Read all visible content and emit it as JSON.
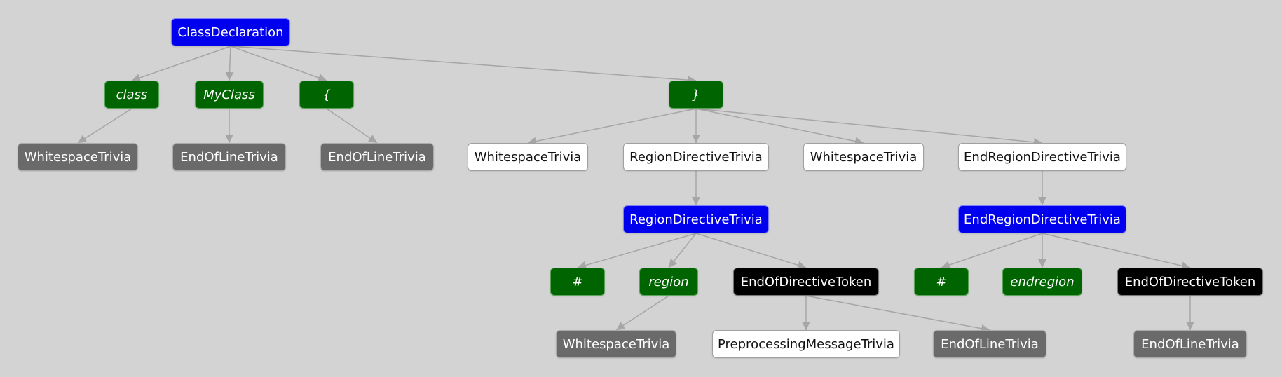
{
  "nodes": [
    {
      "id": "classdecl",
      "label": "ClassDeclaration",
      "kind": "node"
    },
    {
      "id": "class_kw",
      "label": "class",
      "kind": "token"
    },
    {
      "id": "myclass",
      "label": "MyClass",
      "kind": "token"
    },
    {
      "id": "open_brace",
      "label": "{",
      "kind": "token"
    },
    {
      "id": "close_brace",
      "label": "}",
      "kind": "token"
    },
    {
      "id": "ws1",
      "label": "WhitespaceTrivia",
      "kind": "trivia"
    },
    {
      "id": "eol1",
      "label": "EndOfLineTrivia",
      "kind": "trivia"
    },
    {
      "id": "eol2",
      "label": "EndOfLineTrivia",
      "kind": "trivia"
    },
    {
      "id": "ws2",
      "label": "WhitespaceTrivia",
      "kind": "struct"
    },
    {
      "id": "region_trivia",
      "label": "RegionDirectiveTrivia",
      "kind": "struct"
    },
    {
      "id": "ws3",
      "label": "WhitespaceTrivia",
      "kind": "struct"
    },
    {
      "id": "endregion_trivia",
      "label": "EndRegionDirectiveTrivia",
      "kind": "struct"
    },
    {
      "id": "region_node",
      "label": "RegionDirectiveTrivia",
      "kind": "node"
    },
    {
      "id": "endregion_node",
      "label": "EndRegionDirectiveTrivia",
      "kind": "node"
    },
    {
      "id": "hash1",
      "label": "#",
      "kind": "token"
    },
    {
      "id": "region_kw",
      "label": "region",
      "kind": "token"
    },
    {
      "id": "eod1",
      "label": "EndOfDirectiveToken",
      "kind": "black"
    },
    {
      "id": "hash2",
      "label": "#",
      "kind": "token"
    },
    {
      "id": "endregion_kw",
      "label": "endregion",
      "kind": "token"
    },
    {
      "id": "eod2",
      "label": "EndOfDirectiveToken",
      "kind": "black"
    },
    {
      "id": "ws4",
      "label": "WhitespaceTrivia",
      "kind": "trivia"
    },
    {
      "id": "preproc",
      "label": "PreprocessingMessageTrivia",
      "kind": "struct"
    },
    {
      "id": "eol3",
      "label": "EndOfLineTrivia",
      "kind": "trivia"
    },
    {
      "id": "eol4",
      "label": "EndOfLineTrivia",
      "kind": "trivia"
    }
  ],
  "edges": [
    [
      "classdecl",
      "class_kw"
    ],
    [
      "classdecl",
      "myclass"
    ],
    [
      "classdecl",
      "open_brace"
    ],
    [
      "classdecl",
      "close_brace"
    ],
    [
      "class_kw",
      "ws1"
    ],
    [
      "myclass",
      "eol1"
    ],
    [
      "open_brace",
      "eol2"
    ],
    [
      "close_brace",
      "ws2"
    ],
    [
      "close_brace",
      "region_trivia"
    ],
    [
      "close_brace",
      "ws3"
    ],
    [
      "close_brace",
      "endregion_trivia"
    ],
    [
      "region_trivia",
      "region_node"
    ],
    [
      "endregion_trivia",
      "endregion_node"
    ],
    [
      "region_node",
      "hash1"
    ],
    [
      "region_node",
      "region_kw"
    ],
    [
      "region_node",
      "eod1"
    ],
    [
      "endregion_node",
      "hash2"
    ],
    [
      "endregion_node",
      "endregion_kw"
    ],
    [
      "endregion_node",
      "eod2"
    ],
    [
      "region_kw",
      "ws4"
    ],
    [
      "eod1",
      "preproc"
    ],
    [
      "eod1",
      "eol3"
    ],
    [
      "eod2",
      "eol4"
    ]
  ],
  "colors": {
    "background": "#d3d3d3",
    "syntax_node": "#0000ee",
    "syntax_token": "#006400",
    "trivia": "#6a6a6a",
    "structured_trivia": "#ffffff",
    "directive_end_token": "#000000",
    "edge": "#a6a6a6"
  }
}
